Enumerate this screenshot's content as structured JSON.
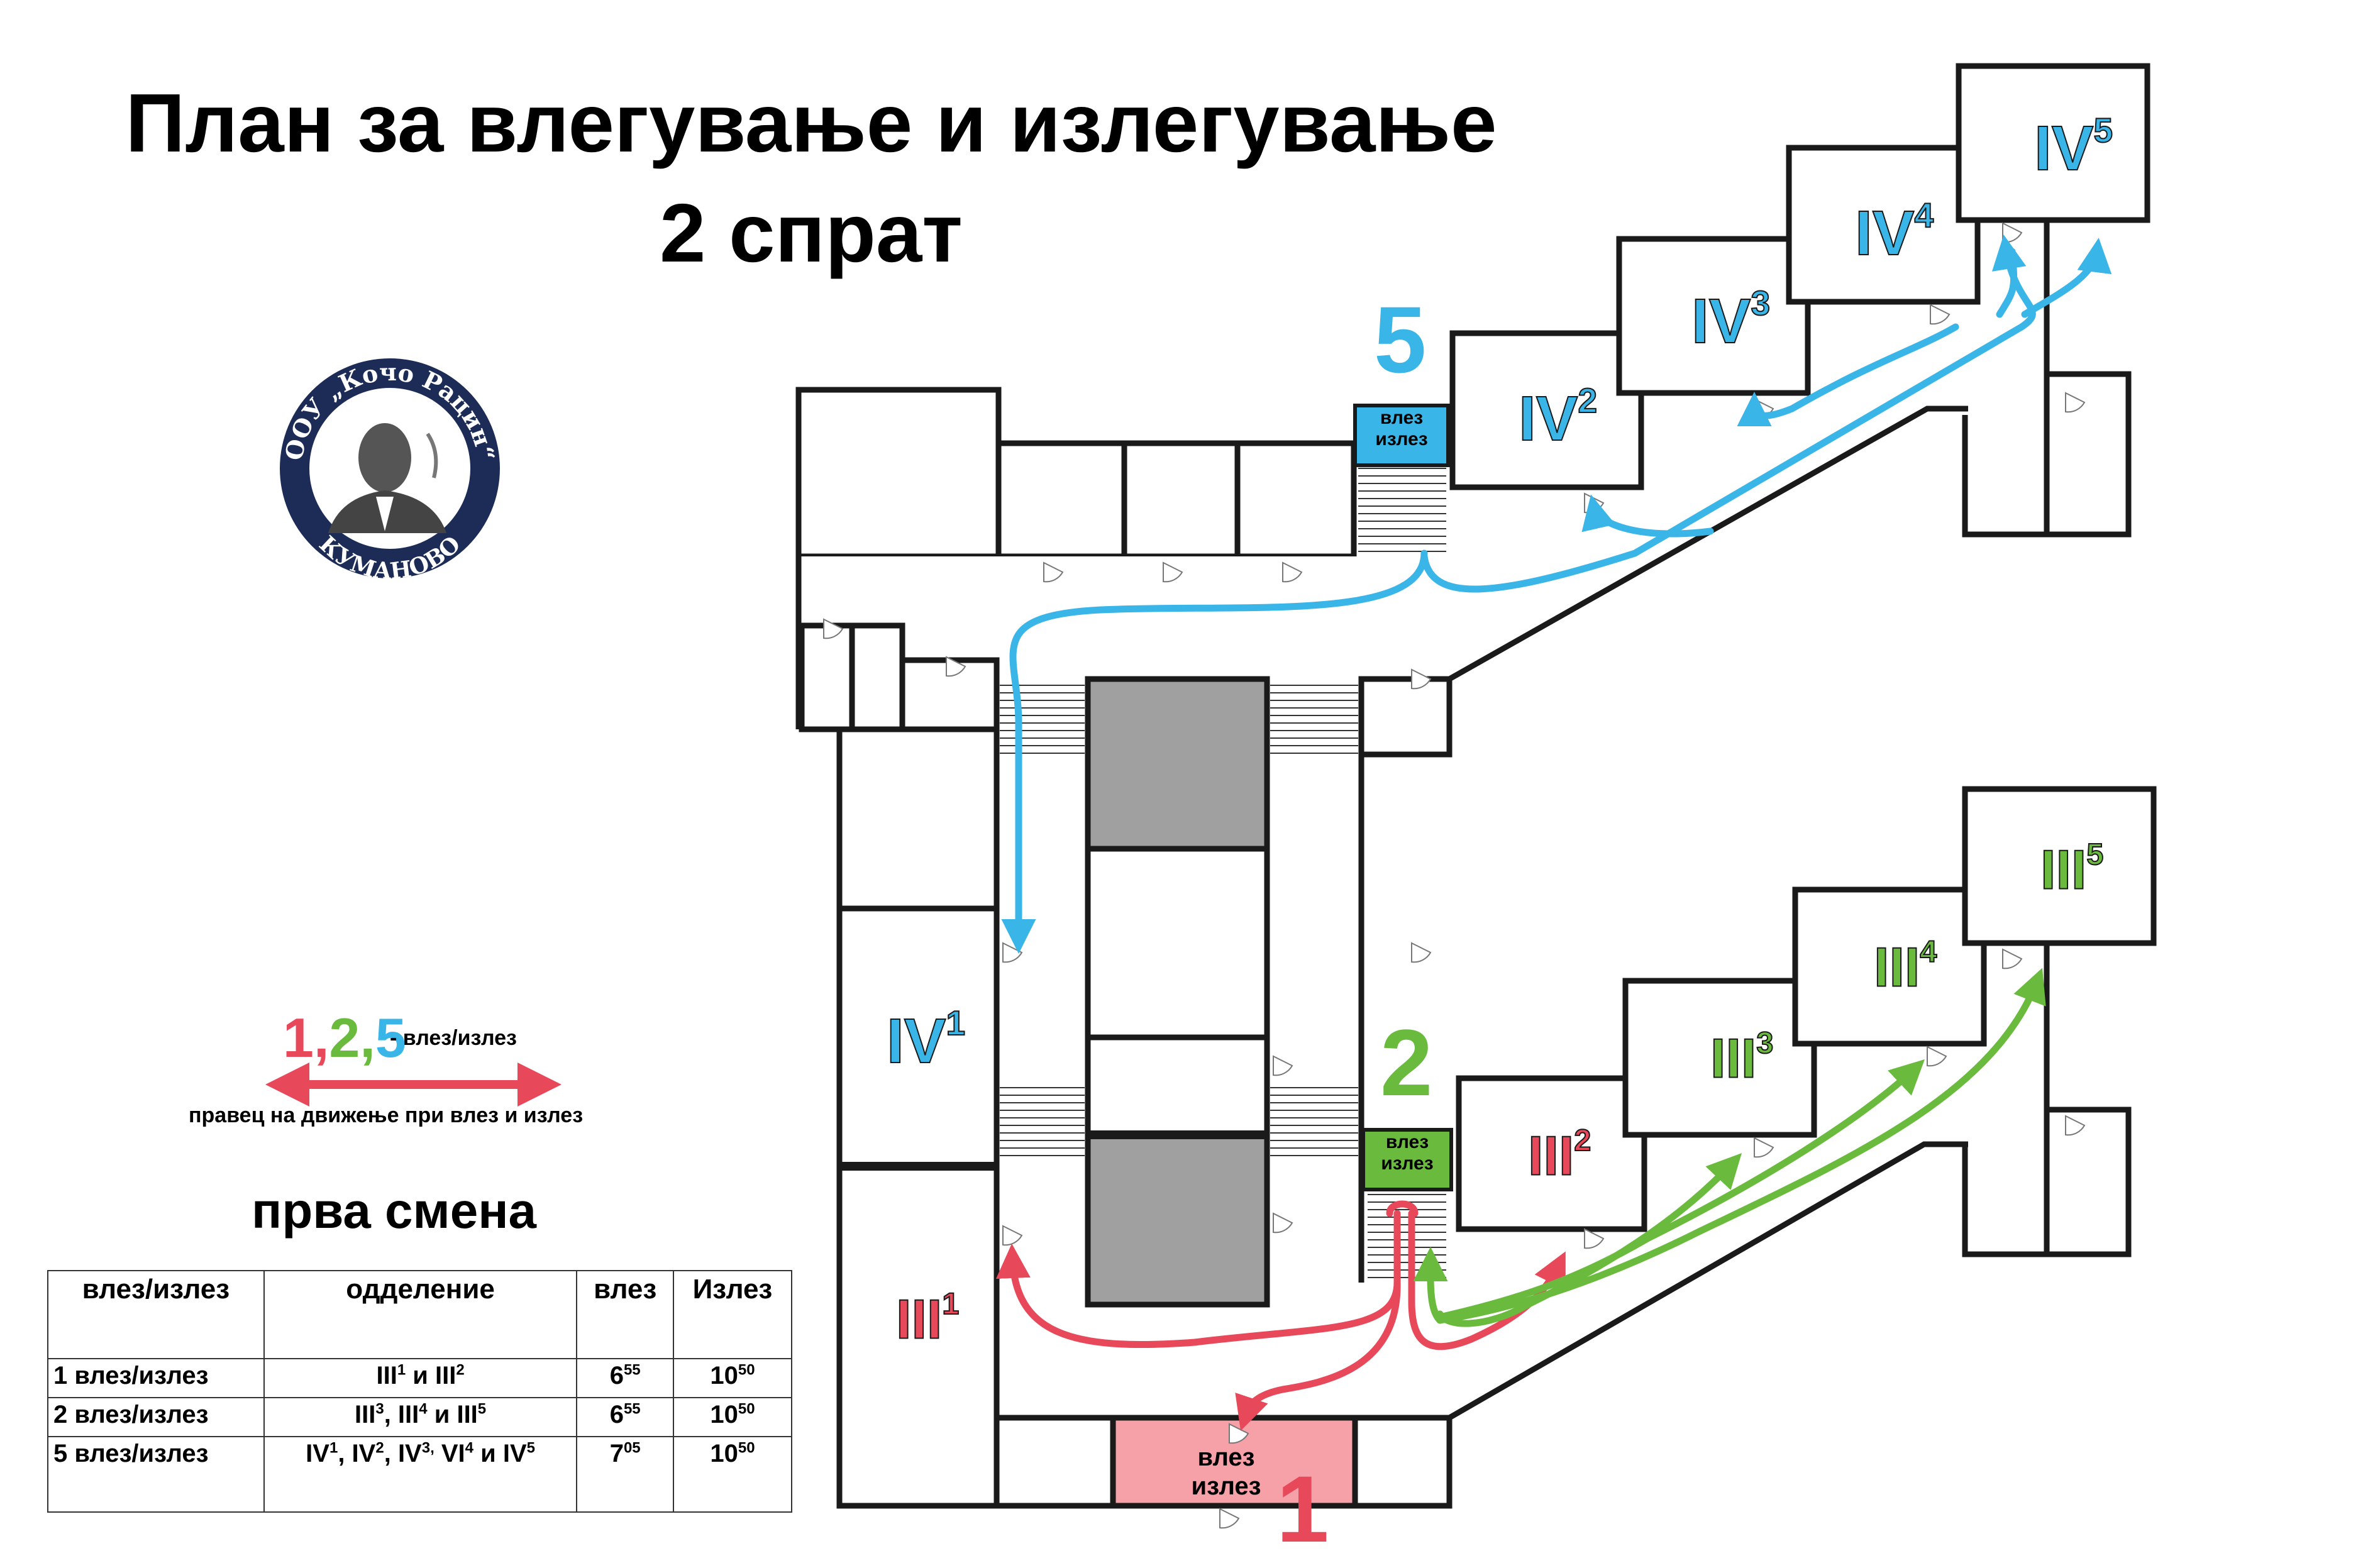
{
  "title": {
    "line1": "План за влегување и излегување",
    "line2": "2 спрат"
  },
  "logo": {
    "top_text": "ООУ „Кочо Рацин“",
    "bottom_text": "КУМАНОВО"
  },
  "colors": {
    "red": "#e8495a",
    "green": "#6abb3d",
    "blue": "#3ab5e8",
    "pink_fill": "#f6a0a8",
    "gray_fill": "#a0a0a0"
  },
  "legend": {
    "num1": "1",
    "num2": "2",
    "num5": "5",
    "sep": ",",
    "entry_label": "- влез/излез",
    "direction_label": "правец на движење при влез и излез"
  },
  "shift": "прва смена",
  "schedule": {
    "headers": [
      "влез/излез",
      "одделение",
      "влез",
      "Излез"
    ],
    "rows": [
      {
        "entrance": "1 влез/излез",
        "classes_html": "III<sup>1</sup> и III<sup>2</sup>",
        "in_html": "6<sup>55</sup>",
        "out_html": "10<sup>50</sup>"
      },
      {
        "entrance": "2 влез/излез",
        "classes_html": "III<sup>3</sup>, III<sup>4</sup> и III<sup>5</sup>",
        "in_html": "6<sup>55</sup>",
        "out_html": "10<sup>50</sup>"
      },
      {
        "entrance": "5 влез/излез",
        "classes_html": "IV<sup>1</sup>, IV<sup>2</sup>, IV<sup>3,</sup> VI<sup>4</sup> и IV<sup>5</sup>",
        "in_html": "7<sup>05</sup>",
        "out_html": "10<sup>50</sup>"
      }
    ]
  },
  "entrances": {
    "e1_number": "1",
    "e2_number": "2",
    "e5_number": "5",
    "door_label_line1": "влез",
    "door_label_line2": "излез"
  },
  "classrooms": {
    "blue": [
      {
        "base": "IV",
        "sup": "1"
      },
      {
        "base": "IV",
        "sup": "2"
      },
      {
        "base": "IV",
        "sup": "3"
      },
      {
        "base": "IV",
        "sup": "4"
      },
      {
        "base": "IV",
        "sup": "5"
      }
    ],
    "red": [
      {
        "base": "III",
        "sup": "1"
      },
      {
        "base": "III",
        "sup": "2"
      }
    ],
    "green": [
      {
        "base": "III",
        "sup": "3"
      },
      {
        "base": "III",
        "sup": "4"
      },
      {
        "base": "III",
        "sup": "5"
      }
    ]
  }
}
